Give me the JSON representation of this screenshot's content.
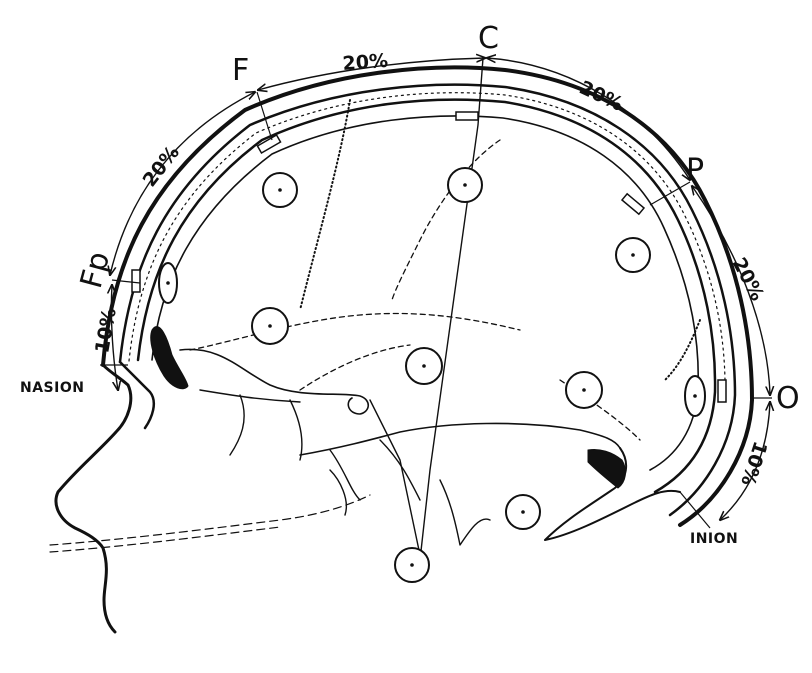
{
  "labels": {
    "fp": "Fp",
    "f": "F",
    "c": "C",
    "p": "P",
    "o": "O",
    "nasion": "NASION",
    "inion": "INION"
  },
  "measures": {
    "nasion_fp": "10%",
    "fp_f": "20%",
    "f_c": "20%",
    "c_p": "20%",
    "p_o": "20%",
    "o_inion": "10%"
  },
  "colors": {
    "ink": "#111111",
    "background": "#ffffff"
  }
}
